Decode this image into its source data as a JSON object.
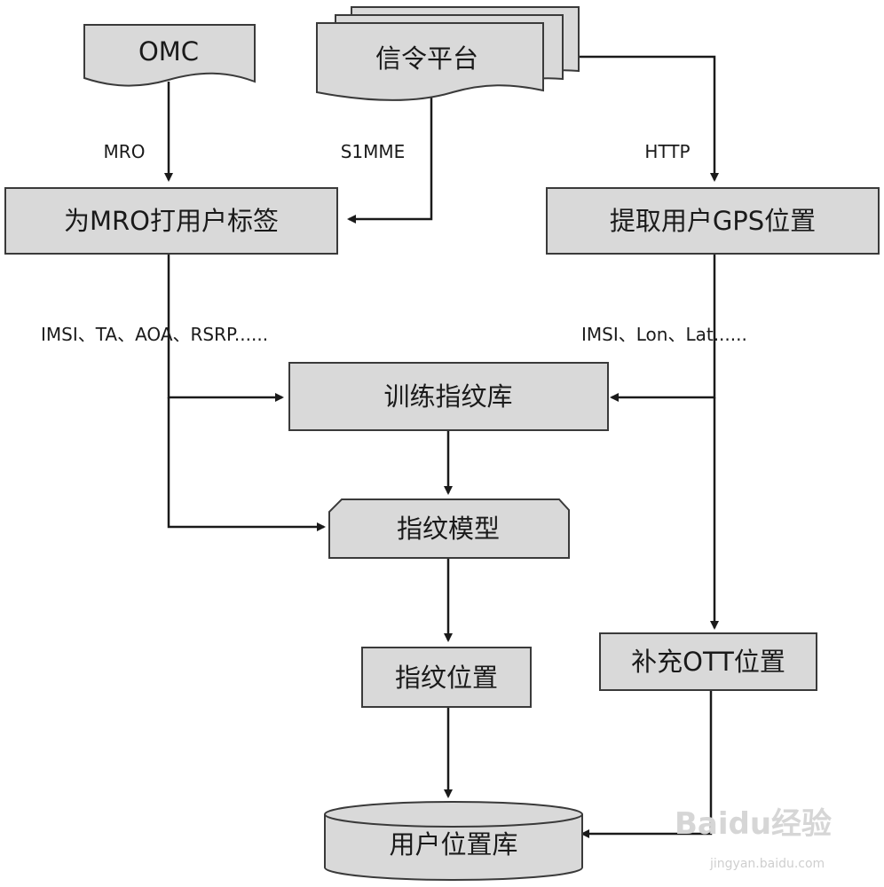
{
  "nodes": {
    "omc": "OMC",
    "signaling": "信令平台",
    "tag_mro": "为MRO打用户标签",
    "extract_gps": "提取用户GPS位置",
    "train_lib": "训练指纹库",
    "fp_model": "指纹模型",
    "fp_location": "指纹位置",
    "ott_supplement": "补充OTT位置",
    "location_db": "用户位置库"
  },
  "edge_labels": {
    "mro": "MRO",
    "s1mme": "S1MME",
    "http": "HTTP",
    "left_fields": "IMSI、TA、AOA、RSRP......",
    "right_fields": "IMSI、Lon、Lat......"
  },
  "watermark": {
    "brand": "Baidu经验",
    "url": "jingyan.baidu.com"
  }
}
